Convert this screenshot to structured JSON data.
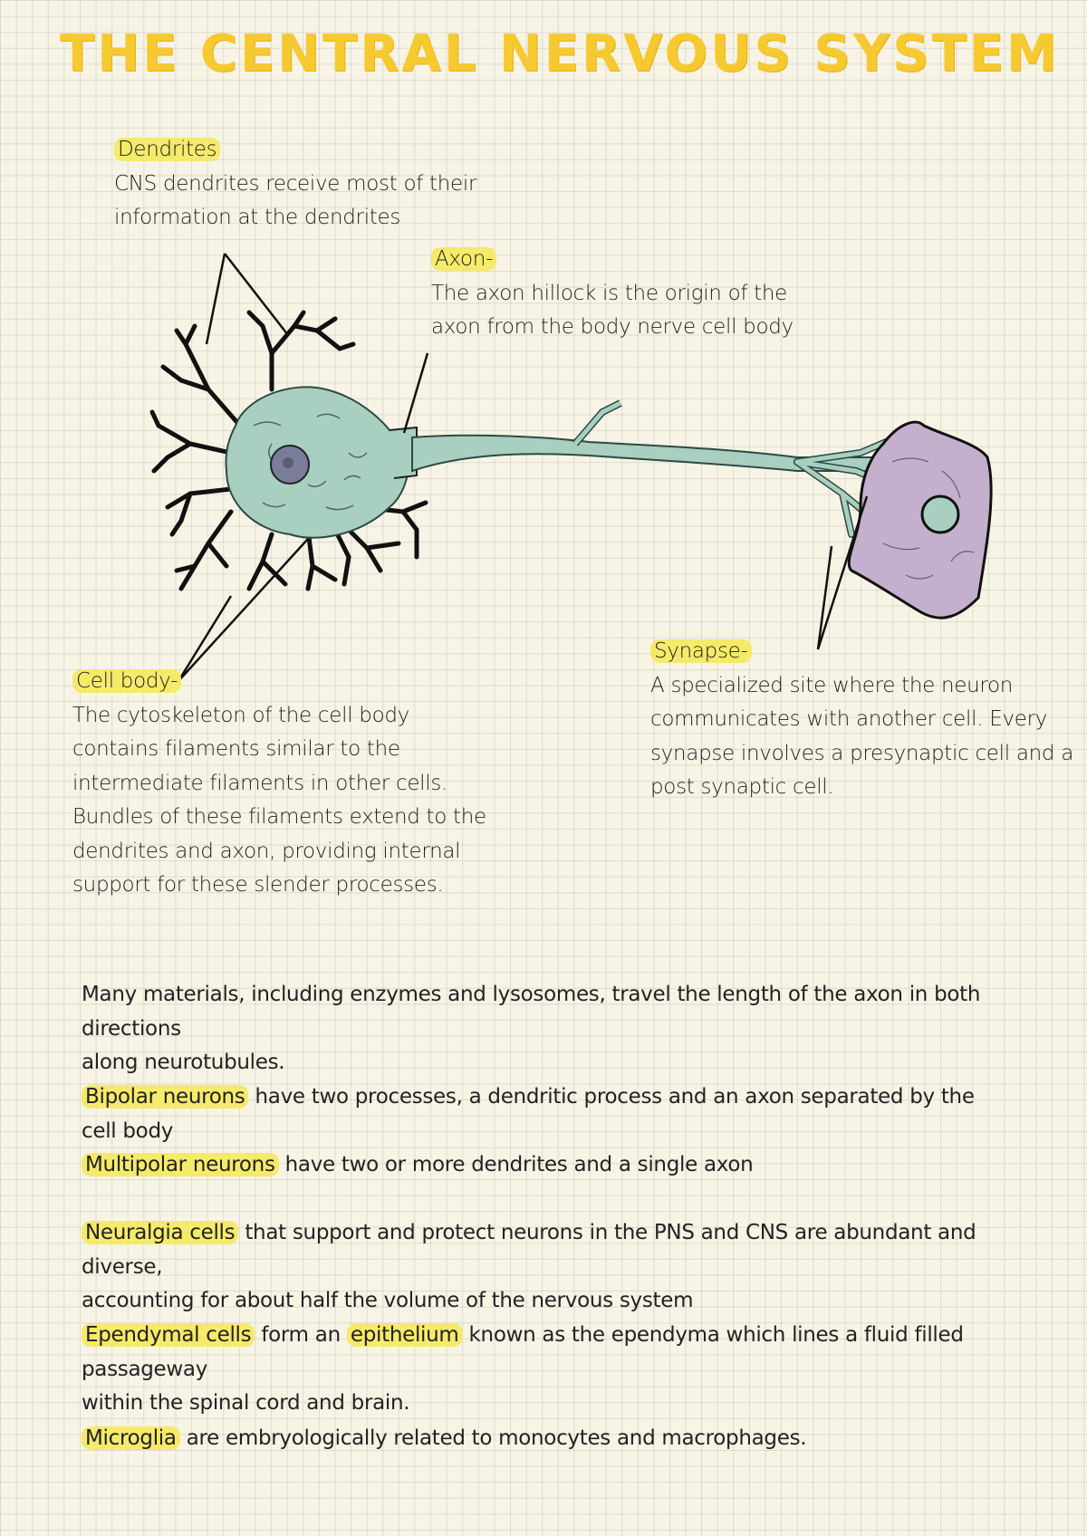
{
  "title": "THE CENTRAL NERVOUS SYSTEM",
  "annotations": {
    "dendrites": {
      "label": "Dendrites",
      "lines": [
        "CNS dendrites receive most of their",
        "information at the dendrites"
      ]
    },
    "axon": {
      "label": "Axon-",
      "lines": [
        "The axon hillock is the origin of the",
        "axon from the body nerve cell body"
      ]
    },
    "cell_body": {
      "label": "Cell body-",
      "lines": [
        "The cytoskeleton of the cell body",
        "contains filaments similar to the",
        "intermediate filaments in other cells.",
        "Bundles of these filaments extend to the",
        "dendrites and axon, providing internal",
        "support for these slender processes."
      ]
    },
    "synapse": {
      "label": "Synapse-",
      "lines": [
        "A specialized site where the neuron",
        "communicates with another cell. Every",
        "synapse involves a presynaptic cell and a",
        "post synaptic cell."
      ]
    }
  },
  "paragraphs": {
    "materials": {
      "lines": [
        "Many materials, including enzymes and lysosomes, travel the length of the axon in both directions",
        "along neurotubules."
      ]
    },
    "bipolar": {
      "term": "Bipolar neurons",
      "text": " have two processes, a dendritic process and an axon separated by the cell body"
    },
    "stray_dot": ".",
    "multipolar": {
      "term": "Multipolar neurons",
      "text": " have two or more dendrites and a single axon"
    },
    "neuralgia": {
      "term": "Neuralgia cells",
      "text_line1": " that support and protect neurons in the PNS and CNS are abundant and diverse,",
      "text_line2": "accounting for about half the volume of the nervous system"
    },
    "ependymal": {
      "term": "Ependymal cells",
      "text_a": " form an ",
      "term2": "epithelium",
      "text_b": " known as the ependyma which lines a fluid filled passageway",
      "text_line2": "within the spinal cord and brain."
    },
    "microglia": {
      "term": "Microglia",
      "text": " are embryologically related to monocytes and macrophages."
    }
  },
  "colors": {
    "title": "#f7c930",
    "highlight": "#f5ea6a",
    "neuron": "#a8cfc0",
    "target_cell": "#c4b0cc",
    "paper": "#f7f4e6"
  },
  "icons": {
    "neuron": "neuron-illustration",
    "target_cell": "target-cell-illustration"
  }
}
